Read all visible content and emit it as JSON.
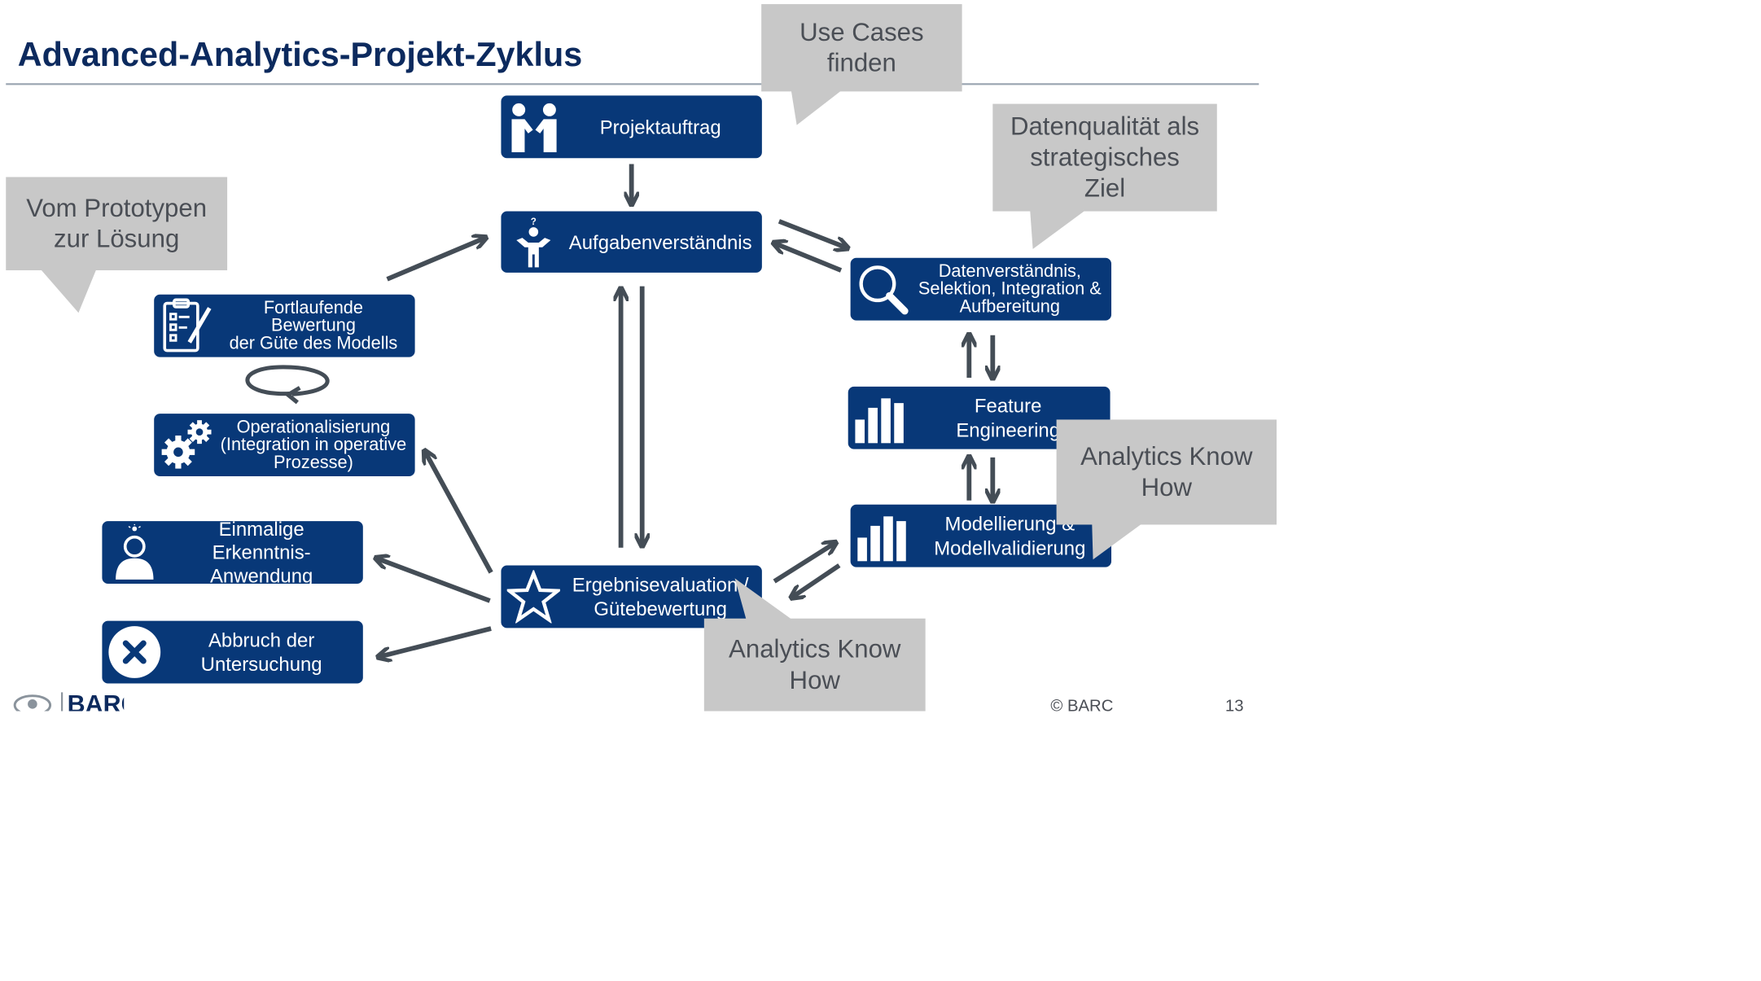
{
  "title": "Advanced-Analytics-Projekt-Zyklus",
  "nodes": {
    "projektauftrag": "Projektauftrag",
    "aufgabenverstaendnis": "Aufgabenverständnis",
    "datenverstaendnis": [
      "Datenverständnis,",
      "Selektion, Integration &",
      "Aufbereitung"
    ],
    "feature_engineering": [
      "Feature",
      "Engineering"
    ],
    "modellierung": [
      "Modellierung &",
      "Modellvalidierung"
    ],
    "ergebnisevaluation": [
      "Ergebnisevaluation /",
      "Gütebewertung"
    ],
    "bewertung": [
      "Fortlaufende",
      "Bewertung",
      "der Güte des Modells"
    ],
    "operationalisierung": [
      "Operationalisierung",
      "(Integration in operative",
      "Prozesse)"
    ],
    "einmalige": [
      "Einmalige",
      "Erkenntnis-Anwendung"
    ],
    "abbruch": [
      "Abbruch der",
      "Untersuchung"
    ]
  },
  "callouts": {
    "use_cases": [
      "Use Cases",
      "finden"
    ],
    "datenqualitaet": [
      "Datenqualität als",
      "strategisches",
      "Ziel"
    ],
    "prototyp": [
      "Vom Prototypen",
      "zur Lösung"
    ],
    "analytics_right": [
      "Analytics Know",
      "How"
    ],
    "analytics_bottom": [
      "Analytics Know",
      "How"
    ]
  },
  "icons": {
    "projektauftrag": "handshake-people-icon",
    "aufgabenverstaendnis": "question-person-icon",
    "datenverstaendnis": "magnifier-icon",
    "feature_engineering": "bar-chart-icon",
    "modellierung": "bar-chart-icon",
    "ergebnisevaluation": "star-icon",
    "bewertung": "clipboard-checklist-icon",
    "operationalisierung": "gears-icon",
    "einmalige": "idea-person-icon",
    "abbruch": "cancel-x-icon",
    "cycle": "cycle-arrow-icon"
  },
  "footer": {
    "copyright": "© BARC",
    "page_number": "13",
    "logo_text": "BARC"
  },
  "colors": {
    "node": "#083878",
    "title": "#0c2a5e",
    "arrow": "#444d56",
    "callout": "#c8c8c8",
    "callout_text": "#4a4e55"
  }
}
